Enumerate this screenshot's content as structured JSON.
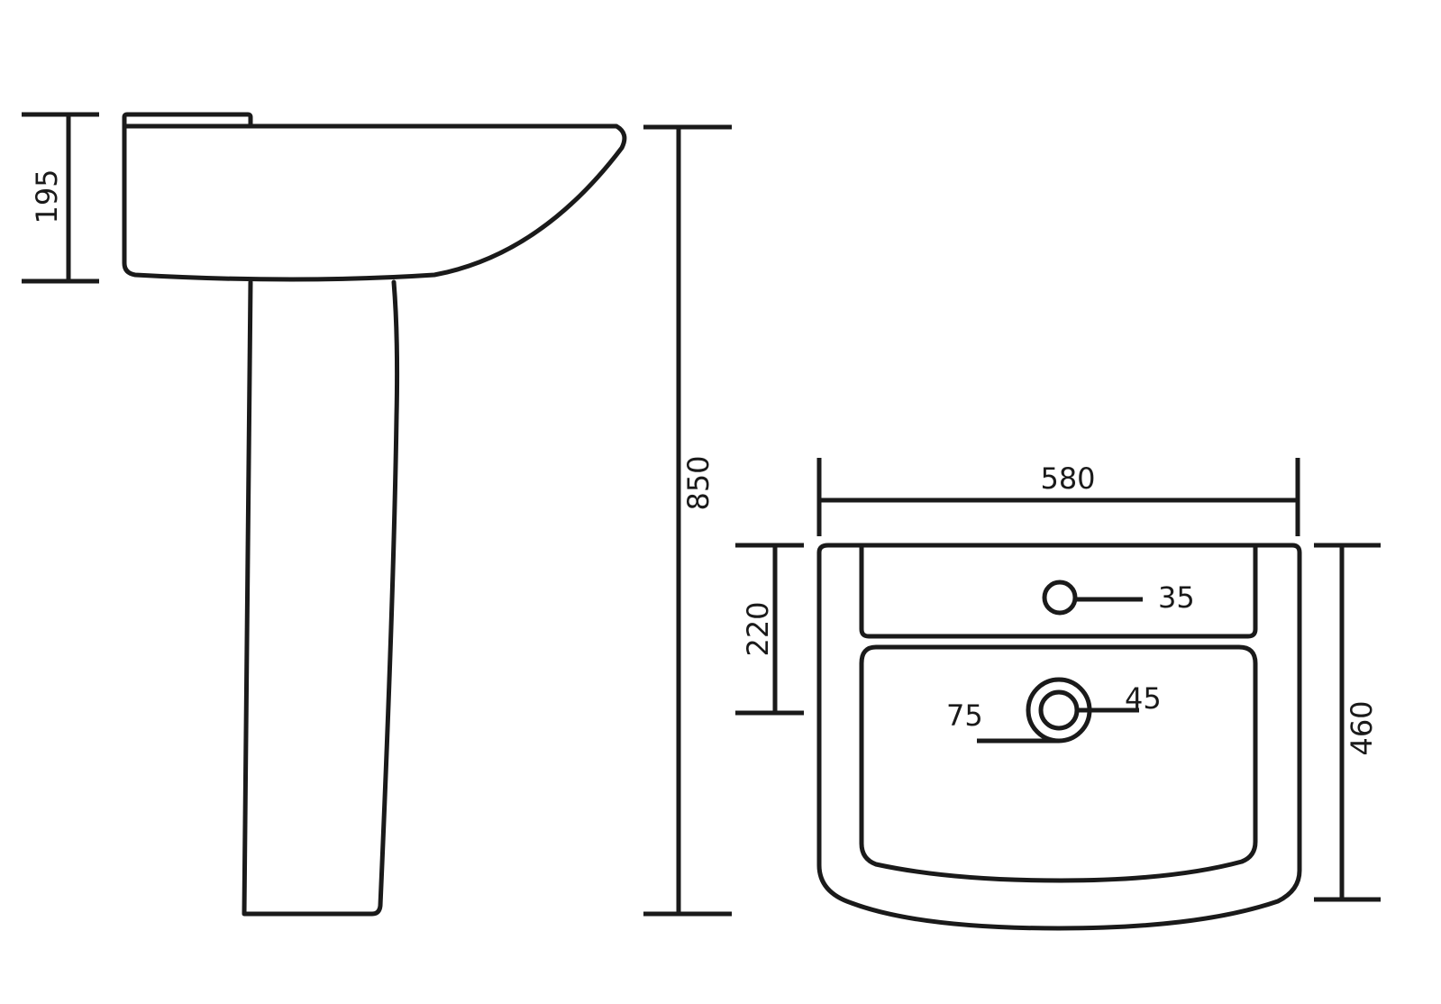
{
  "dimensions": {
    "basin_height": "195",
    "total_height": "850",
    "width": "580",
    "depth": "460",
    "tap_to_back": "220",
    "tap_hole": "35",
    "waste_inner": "45",
    "waste_outer": "75"
  },
  "colors": {
    "stroke": "#1a1a1a",
    "background": "#ffffff"
  }
}
